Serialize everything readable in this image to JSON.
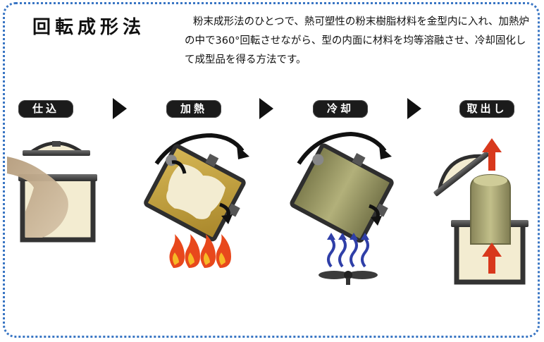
{
  "title": "回転成形法",
  "description": "粉末成形法のひとつで、熱可塑性の粉末樹脂材料を金型内に入れ、加熱炉の中で360°回転させながら、型の内面に材料を均等溶融させ、冷却固化して成型品を得る方法です。",
  "steps": [
    {
      "label": "仕込"
    },
    {
      "label": "加熱"
    },
    {
      "label": "冷却"
    },
    {
      "label": "取出し"
    }
  ],
  "colors": {
    "frame": "#3a76c4",
    "mold": "#3b3b3b",
    "powder": "#f3ecd1",
    "heated_mold": "#c6a43c",
    "cooled_mold": "#9c9a64",
    "flame_outer": "#e8481c",
    "flame_inner": "#f6b826",
    "steam": "#2f3fa8",
    "lift_arrow": "#d8381c"
  },
  "icons": [
    "right-triangle-arrow-icon",
    "rotation-arrow-icon",
    "flame-icon",
    "steam-wave-icon",
    "cooling-fan-icon",
    "up-arrow-icon"
  ]
}
